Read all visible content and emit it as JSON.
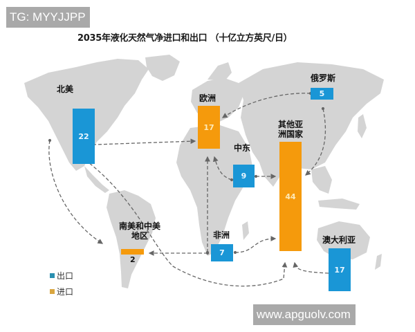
{
  "watermarks": {
    "top": "TG: MYYJJPP",
    "bottom": "www.apguolv.com"
  },
  "title": "2035年液化天然气净进口和出口 （十亿立方英尺/日）",
  "colors": {
    "export": "#1a96d6",
    "import": "#f59a0c",
    "land": "#d3d3d3",
    "arrow": "#666666"
  },
  "legend": {
    "export_label": "出口",
    "import_label": "进口"
  },
  "regions": {
    "north_america": {
      "label": "北美",
      "value": "22",
      "type": "export"
    },
    "europe": {
      "label": "欧洲",
      "value": "17",
      "type": "import"
    },
    "russia": {
      "label": "俄罗斯",
      "value": "5",
      "type": "export"
    },
    "middle_east": {
      "label": "中东",
      "value": "9",
      "type": "export"
    },
    "other_asia": {
      "label_line1": "其他亚",
      "label_line2": "洲国家",
      "value": "44",
      "type": "import"
    },
    "south_central_america": {
      "label_line1": "南美和中美",
      "label_line2": "地区",
      "value": "2",
      "type": "import"
    },
    "africa": {
      "label": "非洲",
      "value": "7",
      "type": "export"
    },
    "australia": {
      "label": "澳大利亚",
      "value": "17",
      "type": "export"
    }
  },
  "flows": [
    {
      "from": "北美",
      "to": "欧洲"
    },
    {
      "from": "北美",
      "to": "南美和中美地区"
    },
    {
      "from": "北美",
      "to": "其他亚洲国家"
    },
    {
      "from": "俄罗斯",
      "to": "欧洲"
    },
    {
      "from": "俄罗斯",
      "to": "其他亚洲国家"
    },
    {
      "from": "中东",
      "to": "欧洲"
    },
    {
      "from": "中东",
      "to": "其他亚洲国家"
    },
    {
      "from": "非洲",
      "to": "欧洲"
    },
    {
      "from": "非洲",
      "to": "南美和中美地区"
    },
    {
      "from": "非洲",
      "to": "其他亚洲国家"
    },
    {
      "from": "澳大利亚",
      "to": "其他亚洲国家"
    }
  ],
  "chart_data": {
    "type": "map",
    "title": "2035年液化天然气净进口和出口 （十亿立方英尺/日）",
    "unit": "十亿立方英尺/日",
    "legend": [
      "出口",
      "进口"
    ],
    "categories": [
      "北美",
      "欧洲",
      "俄罗斯",
      "中东",
      "其他亚洲国家",
      "南美和中美地区",
      "非洲",
      "澳大利亚"
    ],
    "series": [
      {
        "name": "出口",
        "categories": [
          "北美",
          "俄罗斯",
          "中东",
          "非洲",
          "澳大利亚"
        ],
        "values": [
          22,
          5,
          9,
          7,
          17
        ]
      },
      {
        "name": "进口",
        "categories": [
          "欧洲",
          "其他亚洲国家",
          "南美和中美地区"
        ],
        "values": [
          17,
          44,
          2
        ]
      }
    ]
  }
}
